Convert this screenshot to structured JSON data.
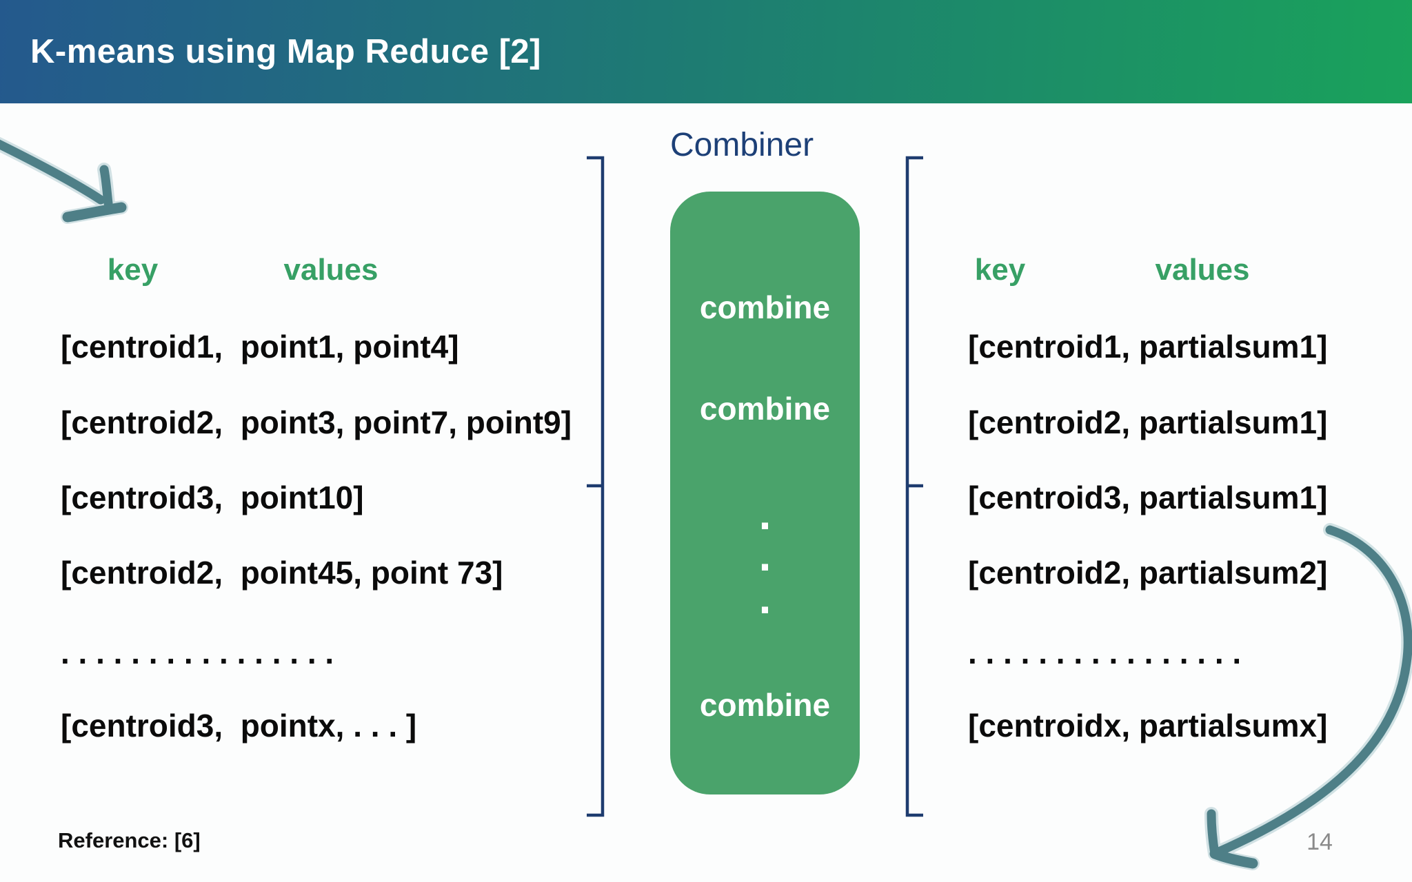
{
  "header": {
    "title": "K-means using Map Reduce [2]"
  },
  "combiner": {
    "title": "Combiner",
    "combine_labels": [
      "combine",
      "combine",
      "combine"
    ],
    "dots": [
      ".",
      ".",
      "."
    ]
  },
  "left_table": {
    "key_header": "key",
    "values_header": "values",
    "rows": [
      "[centroid1,  point1, point4]",
      "[centroid2,  point3, point7, point9]",
      "[centroid3,  point10]",
      "[centroid2,  point45, point 73]",
      ". . . . . . . . . . . . . . . .",
      "[centroid3,  pointx, . . . ]"
    ]
  },
  "right_table": {
    "key_header": "key",
    "values_header": "values",
    "rows": [
      "[centroid1, partialsum1]",
      "[centroid2, partialsum1]",
      "[centroid3, partialsum1]",
      "[centroid2, partialsum2]",
      ". . . . . . . . . . . . . . . .",
      "[centroidx, partialsumx]"
    ]
  },
  "footer": {
    "reference": "Reference: [6]",
    "page_number": "14"
  },
  "colors": {
    "header_gradient_start": "#24598d",
    "header_gradient_mid": "#1e7b73",
    "header_gradient_end": "#1aa25b",
    "combiner_box_green": "#4aa36b",
    "table_header_green": "#37a065",
    "combiner_title_navy": "#1d4077",
    "bracket_navy": "#1e3c6f",
    "arrow_teal": "#4e7f87",
    "body_text": "#0b0b0b",
    "page_number_gray": "#8a8a8a"
  }
}
